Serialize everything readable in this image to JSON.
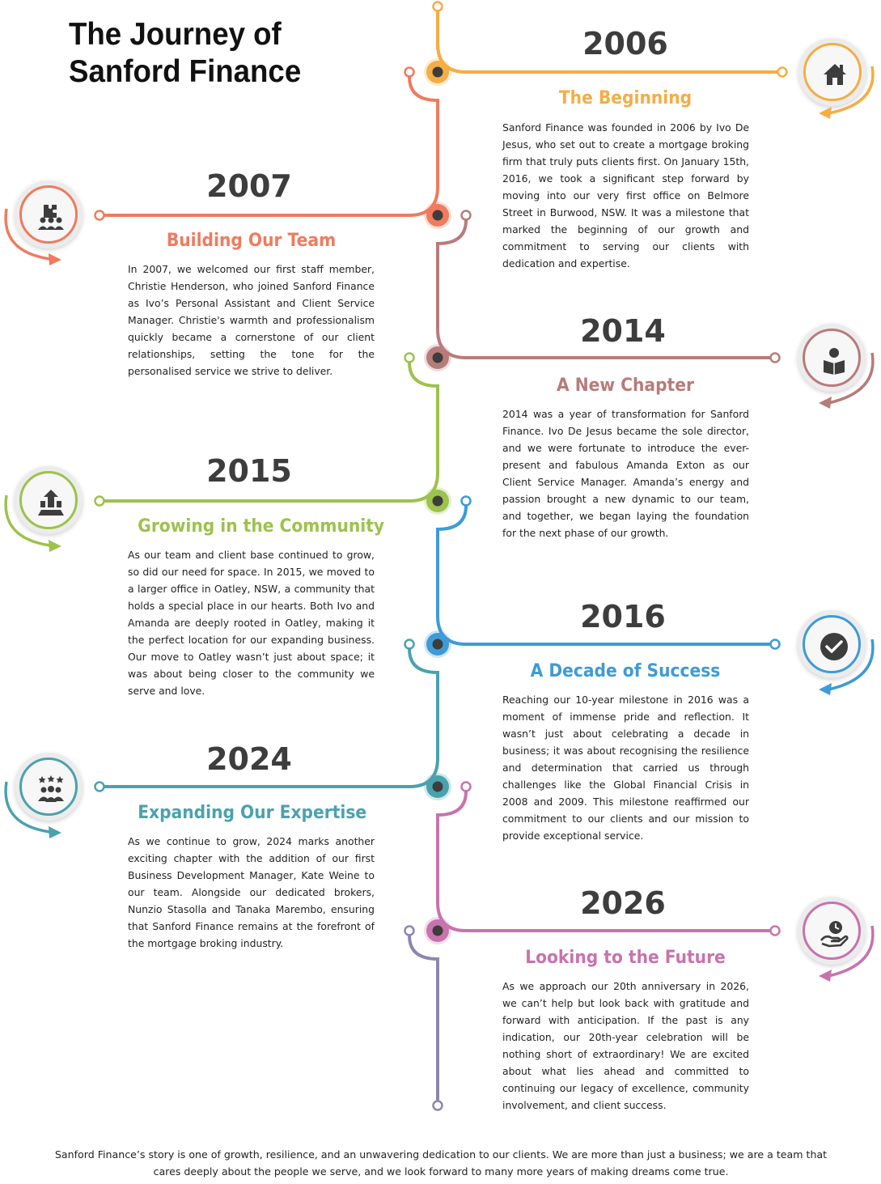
{
  "title": {
    "line1": "The Journey of",
    "line2": "Sanford Finance"
  },
  "milestones": [
    {
      "year": "2006",
      "heading": "The Beginning",
      "text": "Sanford Finance was founded in 2006 by Ivo De Jesus, who set out to create a mortgage broking firm that truly puts clients first. On January 15th, 2016, we took a significant step forward by moving into our very first office on Belmore Street in Burwood, NSW. It was a milestone that marked the beginning of our growth and commitment to serving our clients with dedication and expertise.",
      "icon": "house-icon",
      "color": "#f5ad45"
    },
    {
      "year": "2007",
      "heading": "Building Our Team",
      "text": "In 2007, we welcomed our first staff member, Christie Henderson, who joined Sanford Finance as Ivo’s Personal Assistant and Client Service Manager. Christie's warmth and professionalism quickly became a cornerstone of our client relationships, setting the tone for the personalised service we strive to deliver.",
      "icon": "team-puzzle-icon",
      "color": "#f07b5e"
    },
    {
      "year": "2014",
      "heading": "A New Chapter",
      "text": "2014 was a year of transformation for Sanford Finance. Ivo De Jesus became the sole director, and we were fortunate to introduce the ever-present and fabulous Amanda Exton as our Client Service Manager. Amanda’s energy and passion brought a new dynamic to our team, and together, we began laying the foundation for the next phase of our growth.",
      "icon": "reader-book-icon",
      "color": "#b77c7a"
    },
    {
      "year": "2015",
      "heading": "Growing in the Community",
      "text": "As our team and client base continued to grow, so did our need for space. In 2015, we moved to a larger office in Oatley, NSW, a community that holds a special place in our hearts. Both Ivo and Amanda are deeply rooted in Oatley, making it the perfect location for our expanding business. Our move to Oatley wasn’t just about space; it was about being closer to the community we serve and love.",
      "icon": "growth-arrow-icon",
      "color": "#9dc24d"
    },
    {
      "year": "2016",
      "heading": "A Decade of Success",
      "text": "Reaching our 10-year milestone in 2016 was a moment of immense pride and reflection. It wasn’t just about celebrating a decade in business; it was about recognising the resilience and determination that carried us through challenges like the Global Financial Crisis in 2008 and 2009. This milestone reaffirmed our commitment to our clients and our mission to provide exceptional service.",
      "icon": "checkmark-icon",
      "color": "#3e9bd6"
    },
    {
      "year": "2024",
      "heading": "Expanding Our Expertise",
      "text": "As we continue to grow, 2024 marks another exciting chapter with the addition of our first Business Development Manager, Kate Weine to our team. Alongside our dedicated brokers, Nunzio Stasolla and Tanaka Marembo, ensuring that Sanford Finance remains at the forefront of the mortgage broking industry.",
      "icon": "team-stars-icon",
      "color": "#4aa2ae"
    },
    {
      "year": "2026",
      "heading": "Looking to the Future",
      "text": "As we approach our 20th anniversary in 2026, we can’t help but look back with gratitude and forward with anticipation. If the past is any indication, our 20th-year celebration will be nothing short of extraordinary! We are excited about what lies ahead and committed to continuing our legacy of excellence, community involvement, and client success.",
      "icon": "hand-clock-icon",
      "color": "#c873ad"
    }
  ],
  "footer": "Sanford Finance’s story is one of growth, resilience, and an unwavering dedication to our clients. We are more than just a business; we are a team that cares deeply about the people we serve, and we look forward to many more years of making dreams come true.",
  "colors": {
    "spine_end": "#8b86b0",
    "node_dot": "#3d3d3d",
    "year_text": "#3d3d3d"
  }
}
